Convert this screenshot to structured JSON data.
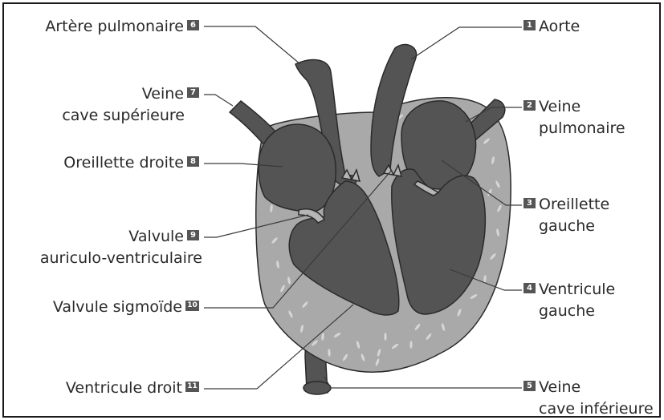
{
  "colors": {
    "chamber": "#545454",
    "chamber_outline": "#2a2a2a",
    "wall": "#a9a9a9",
    "wall_fleck": "#d6d6d6",
    "leader": "#3a3a3a",
    "badge": "#555555",
    "text": "#2a2a2a"
  },
  "labels": [
    {
      "id": "1",
      "number": "1",
      "lines": [
        "Aorte"
      ],
      "side": "right"
    },
    {
      "id": "2",
      "number": "2",
      "lines": [
        "Veine",
        "pulmonaire"
      ],
      "side": "right"
    },
    {
      "id": "3",
      "number": "3",
      "lines": [
        "Oreillette",
        "gauche"
      ],
      "side": "right"
    },
    {
      "id": "4",
      "number": "4",
      "lines": [
        "Ventricule",
        "gauche"
      ],
      "side": "right"
    },
    {
      "id": "5",
      "number": "5",
      "lines": [
        "Veine",
        "cave inférieure"
      ],
      "side": "right"
    },
    {
      "id": "6",
      "number": "6",
      "lines": [
        "Artère pulmonaire"
      ],
      "side": "left"
    },
    {
      "id": "7",
      "number": "7",
      "lines": [
        "Veine",
        "cave supérieure"
      ],
      "side": "left"
    },
    {
      "id": "8",
      "number": "8",
      "lines": [
        "Oreillette droite"
      ],
      "side": "left"
    },
    {
      "id": "9",
      "number": "9",
      "lines": [
        "Valvule",
        "auriculo-ventriculaire"
      ],
      "side": "left"
    },
    {
      "id": "10",
      "number": "10",
      "lines": [
        "Valvule sigmoïde"
      ],
      "side": "left"
    },
    {
      "id": "11",
      "number": "11",
      "lines": [
        "Ventricule droit"
      ],
      "side": "left"
    }
  ]
}
